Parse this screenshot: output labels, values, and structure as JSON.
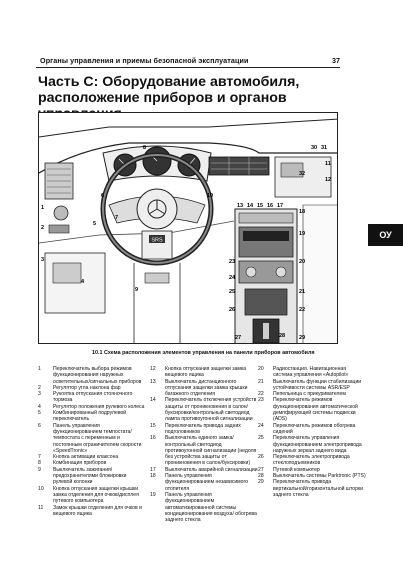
{
  "header": {
    "text": "Органы управления и приемы безопасной эксплуатации",
    "page_number": "37"
  },
  "title": "Часть С: Оборудование автомобиля, расположение приборов и органов управления",
  "side_tab": "ОУ",
  "figure": {
    "caption": "10.1 Схема расположения элементов управления на панели приборов автомобиля",
    "callouts": [
      "1",
      "2",
      "3",
      "4",
      "5",
      "6",
      "7",
      "8",
      "9",
      "10",
      "11",
      "12",
      "13",
      "14",
      "15",
      "16",
      "17",
      "18",
      "19",
      "20",
      "21",
      "22",
      "23",
      "24",
      "25",
      "26",
      "27",
      "28",
      "29",
      "30",
      "31",
      "32"
    ],
    "steering_badge": "SRS"
  },
  "legend": {
    "col1": [
      {
        "num": "1",
        "text": "Переключатель выбора режимов функционирования наружных осветительных/сигнальных приборов"
      },
      {
        "num": "2",
        "text": "Регулятор угла наклона фар"
      },
      {
        "num": "3",
        "text": "Рукоятка отпускания стояночного тормоза"
      },
      {
        "num": "4",
        "text": "Регулятор положения рулевого колеса"
      },
      {
        "num": "5",
        "text": "Комбинированный подрулевой переключатель"
      },
      {
        "num": "6",
        "text": "Панель управления функционированием темпостата/темпостата с переменным и постоянным ограничителем скорости «SpeedTronic»"
      },
      {
        "num": "7",
        "text": "Кнопка активации клаксона"
      },
      {
        "num": "8",
        "text": "Комбинация приборов"
      },
      {
        "num": "9",
        "text": "Выключатель зажигания/предохранителями блокировки рулевой колонки"
      },
      {
        "num": "10",
        "text": "Кнопка отпускания защелки крышки замка отделения для очков/дисплея путевого компьютера"
      },
      {
        "num": "11",
        "text": "Замок крышки отделения для очков и вещевого ящика"
      }
    ],
    "col2": [
      {
        "num": "12",
        "text": "Кнопка отпускания защелки замка вещевого ящика"
      },
      {
        "num": "13",
        "text": "Выключатель дистанционного отпускания защелки замка крышки багажного отделения"
      },
      {
        "num": "14",
        "text": "Переключатель отключения устройств защиты от проникновения в салон/буксировки/контрольный светодиод лампа противоугонной сигнализации"
      },
      {
        "num": "15",
        "text": "Переключатель привода задних подголовников"
      },
      {
        "num": "16",
        "text": "Выключатель единого замка/ контрольный светодиод противоугонной сигнализации (недоля без устройства защиты от проникновения в салон/буксировки)"
      },
      {
        "num": "17",
        "text": "Выключатель аварийной сигнализации"
      },
      {
        "num": "18",
        "text": "Панель управления функционированием независимого отопителя"
      },
      {
        "num": "19",
        "text": "Панель управления функционированием автоматизированной системы кондиционирования воздуха/ обогрева заднего стекла"
      }
    ],
    "col3": [
      {
        "num": "20",
        "text": "Радиостанция. Навигационная система управления «Autopilot»"
      },
      {
        "num": "21",
        "text": "Выключатель функции стабилизации устойчивости системы ASR/ESP"
      },
      {
        "num": "22",
        "text": "Пепельница с прикуривателем"
      },
      {
        "num": "23",
        "text": "Переключатель режимов функционирования автоматической демпфирующей системы подвески (ADS)"
      },
      {
        "num": "24",
        "text": "Переключатель режимов обогрева сидений"
      },
      {
        "num": "25",
        "text": "Переключатель управления функционированием электропривода наружных зеркал заднего вида"
      },
      {
        "num": "26",
        "text": "Переключатель электропривода стеклоподъемников"
      },
      {
        "num": "27",
        "text": "Путевой компьютер"
      },
      {
        "num": "28",
        "text": "Выключатель системы Parktronic (PTS)"
      },
      {
        "num": "29",
        "text": "Переключатель привода вертикальной/горизонтальной шторки заднего стекла"
      }
    ]
  }
}
